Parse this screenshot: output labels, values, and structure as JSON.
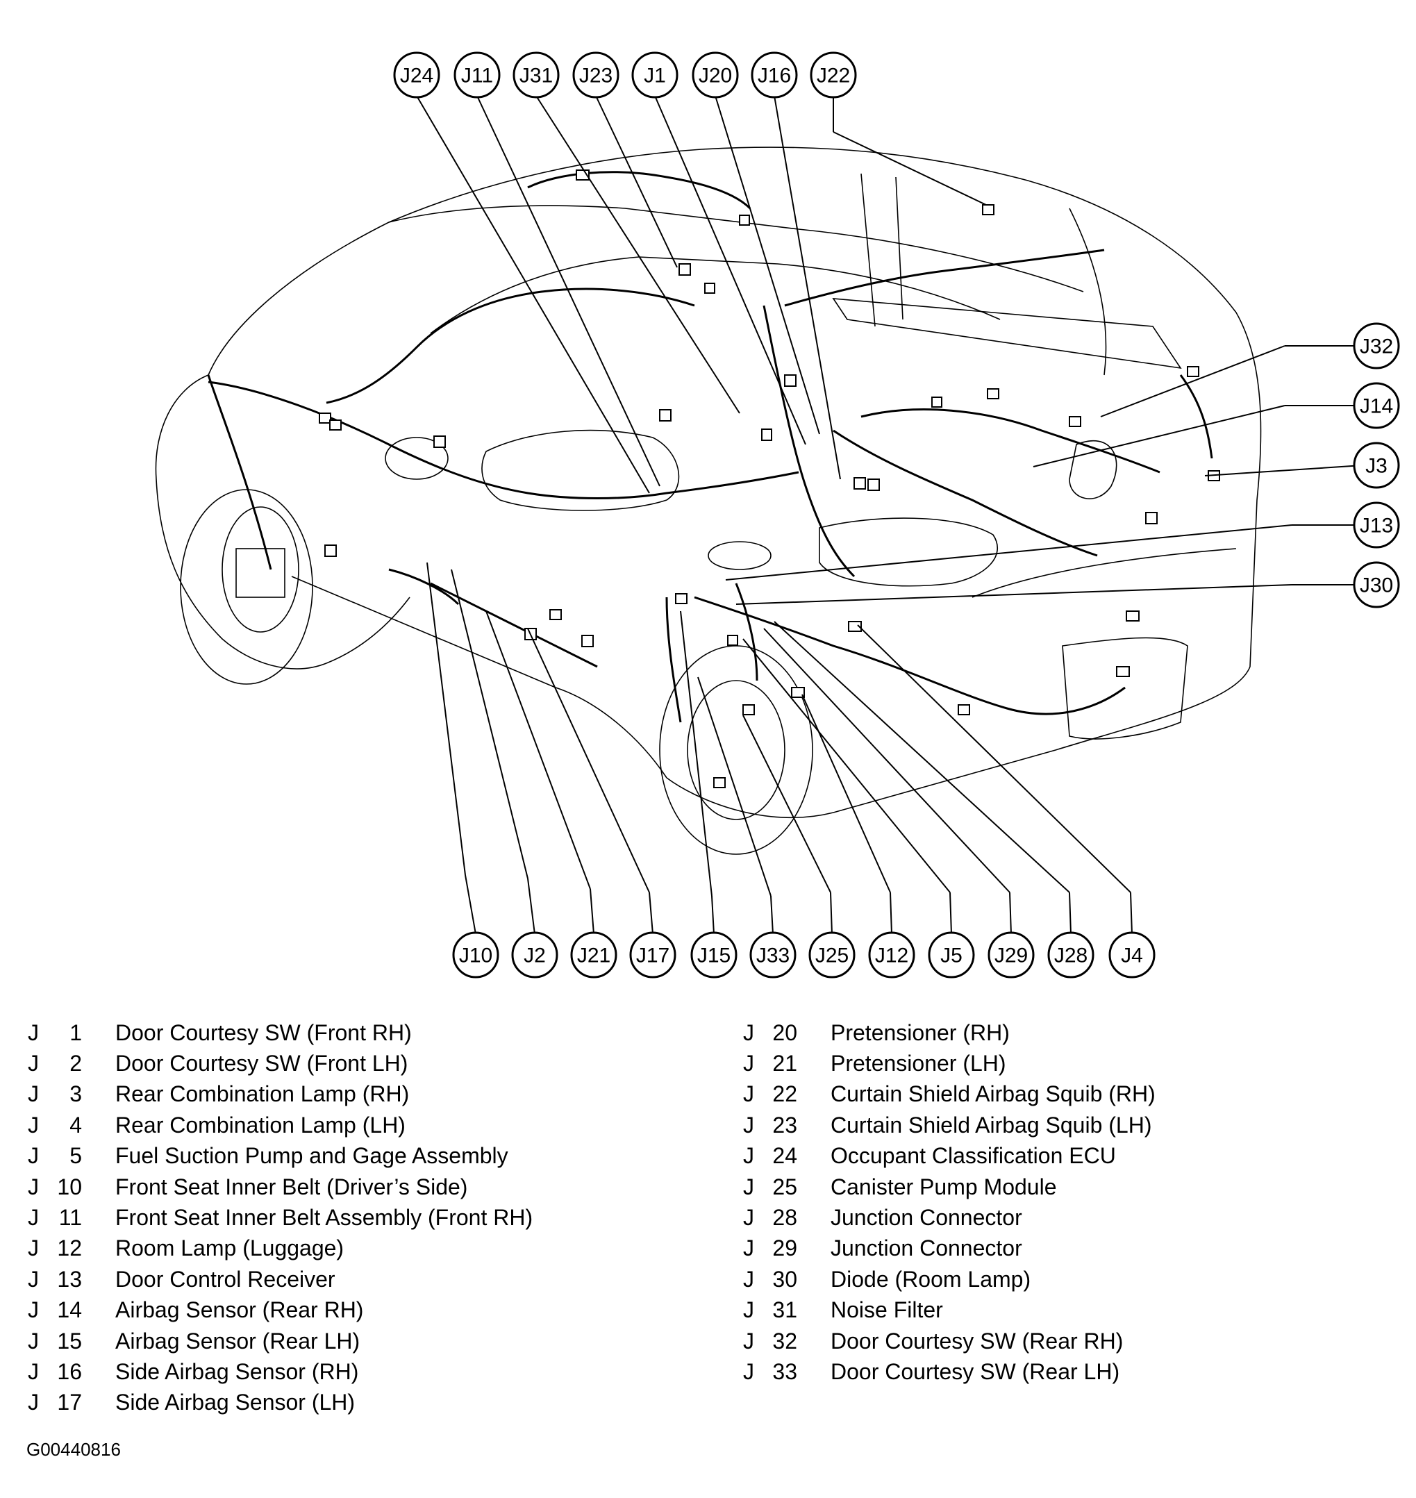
{
  "callouts": {
    "top": [
      "J24",
      "J11",
      "J31",
      "J23",
      "J1",
      "J20",
      "J16",
      "J22"
    ],
    "right": [
      "J32",
      "J14",
      "J3",
      "J13",
      "J30"
    ],
    "bottom": [
      "J10",
      "J2",
      "J21",
      "J17",
      "J15",
      "J33",
      "J25",
      "J12",
      "J5",
      "J29",
      "J28",
      "J4"
    ]
  },
  "legend": {
    "left": [
      {
        "prefix": "J",
        "num": "1",
        "label": "Door Courtesy SW (Front RH)"
      },
      {
        "prefix": "J",
        "num": "2",
        "label": "Door Courtesy SW (Front LH)"
      },
      {
        "prefix": "J",
        "num": "3",
        "label": "Rear Combination Lamp (RH)"
      },
      {
        "prefix": "J",
        "num": "4",
        "label": "Rear Combination Lamp (LH)"
      },
      {
        "prefix": "J",
        "num": "5",
        "label": "Fuel Suction Pump and Gage Assembly"
      },
      {
        "prefix": "J",
        "num": "10",
        "label": "Front Seat Inner Belt (Driver’s Side)"
      },
      {
        "prefix": "J",
        "num": "11",
        "label": "Front Seat Inner Belt Assembly (Front RH)"
      },
      {
        "prefix": "J",
        "num": "12",
        "label": "Room Lamp (Luggage)"
      },
      {
        "prefix": "J",
        "num": "13",
        "label": "Door Control Receiver"
      },
      {
        "prefix": "J",
        "num": "14",
        "label": "Airbag Sensor (Rear RH)"
      },
      {
        "prefix": "J",
        "num": "15",
        "label": "Airbag Sensor (Rear LH)"
      },
      {
        "prefix": "J",
        "num": "16",
        "label": "Side Airbag Sensor (RH)"
      },
      {
        "prefix": "J",
        "num": "17",
        "label": "Side Airbag Sensor (LH)"
      }
    ],
    "right": [
      {
        "prefix": "J",
        "num": "20",
        "label": "Pretensioner (RH)"
      },
      {
        "prefix": "J",
        "num": "21",
        "label": "Pretensioner (LH)"
      },
      {
        "prefix": "J",
        "num": "22",
        "label": "Curtain Shield Airbag Squib (RH)"
      },
      {
        "prefix": "J",
        "num": "23",
        "label": "Curtain Shield Airbag Squib (LH)"
      },
      {
        "prefix": "J",
        "num": "24",
        "label": "Occupant Classification ECU"
      },
      {
        "prefix": "J",
        "num": "25",
        "label": "Canister Pump Module"
      },
      {
        "prefix": "J",
        "num": "28",
        "label": "Junction Connector"
      },
      {
        "prefix": "J",
        "num": "29",
        "label": "Junction Connector"
      },
      {
        "prefix": "J",
        "num": "30",
        "label": "Diode (Room Lamp)"
      },
      {
        "prefix": "J",
        "num": "31",
        "label": "Noise Filter"
      },
      {
        "prefix": "J",
        "num": "32",
        "label": "Door Courtesy SW (Rear RH)"
      },
      {
        "prefix": "J",
        "num": "33",
        "label": "Door Courtesy SW (Rear LH)"
      }
    ]
  },
  "figure_id": "G00440816"
}
